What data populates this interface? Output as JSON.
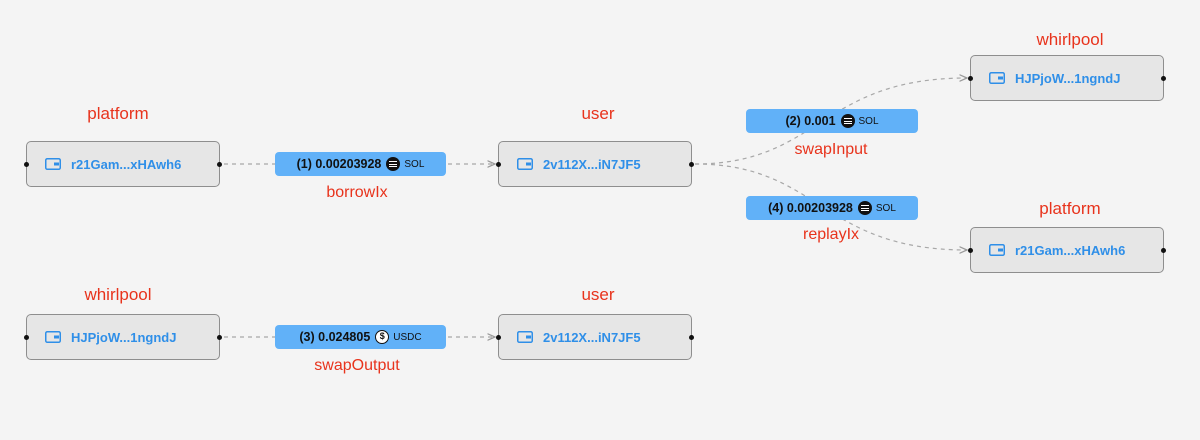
{
  "nodes": {
    "n1": {
      "role": "platform",
      "address": "r21Gam...xHAwh6"
    },
    "n2": {
      "role": "user",
      "address": "2v112X...iN7JF5"
    },
    "n3": {
      "role": "whirlpool",
      "address": "HJPjoW...1ngndJ"
    },
    "n4": {
      "role": "platform",
      "address": "r21Gam...xHAwh6"
    },
    "n5": {
      "role": "whirlpool",
      "address": "HJPjoW...1ngndJ"
    },
    "n6": {
      "role": "user",
      "address": "2v112X...iN7JF5"
    }
  },
  "transfers": {
    "t1": {
      "index": "(1)",
      "amount": "0.00203928",
      "token": "SOL",
      "label": "borrowIx"
    },
    "t2": {
      "index": "(2)",
      "amount": "0.001",
      "token": "SOL",
      "label": "swapInput"
    },
    "t3": {
      "index": "(3)",
      "amount": "0.024805",
      "token": "USDC",
      "label": "swapOutput"
    },
    "t4": {
      "index": "(4)",
      "amount": "0.00203928",
      "token": "SOL",
      "label": "replayIx"
    }
  },
  "icons": {
    "node": "wallet-icon",
    "sol": "sol-token-icon",
    "usdc": "usdc-token-icon"
  },
  "colors": {
    "role_label": "#e8331c",
    "address": "#2f8fe8",
    "pill": "#61b1f8",
    "node_bg": "#e6e6e6"
  }
}
